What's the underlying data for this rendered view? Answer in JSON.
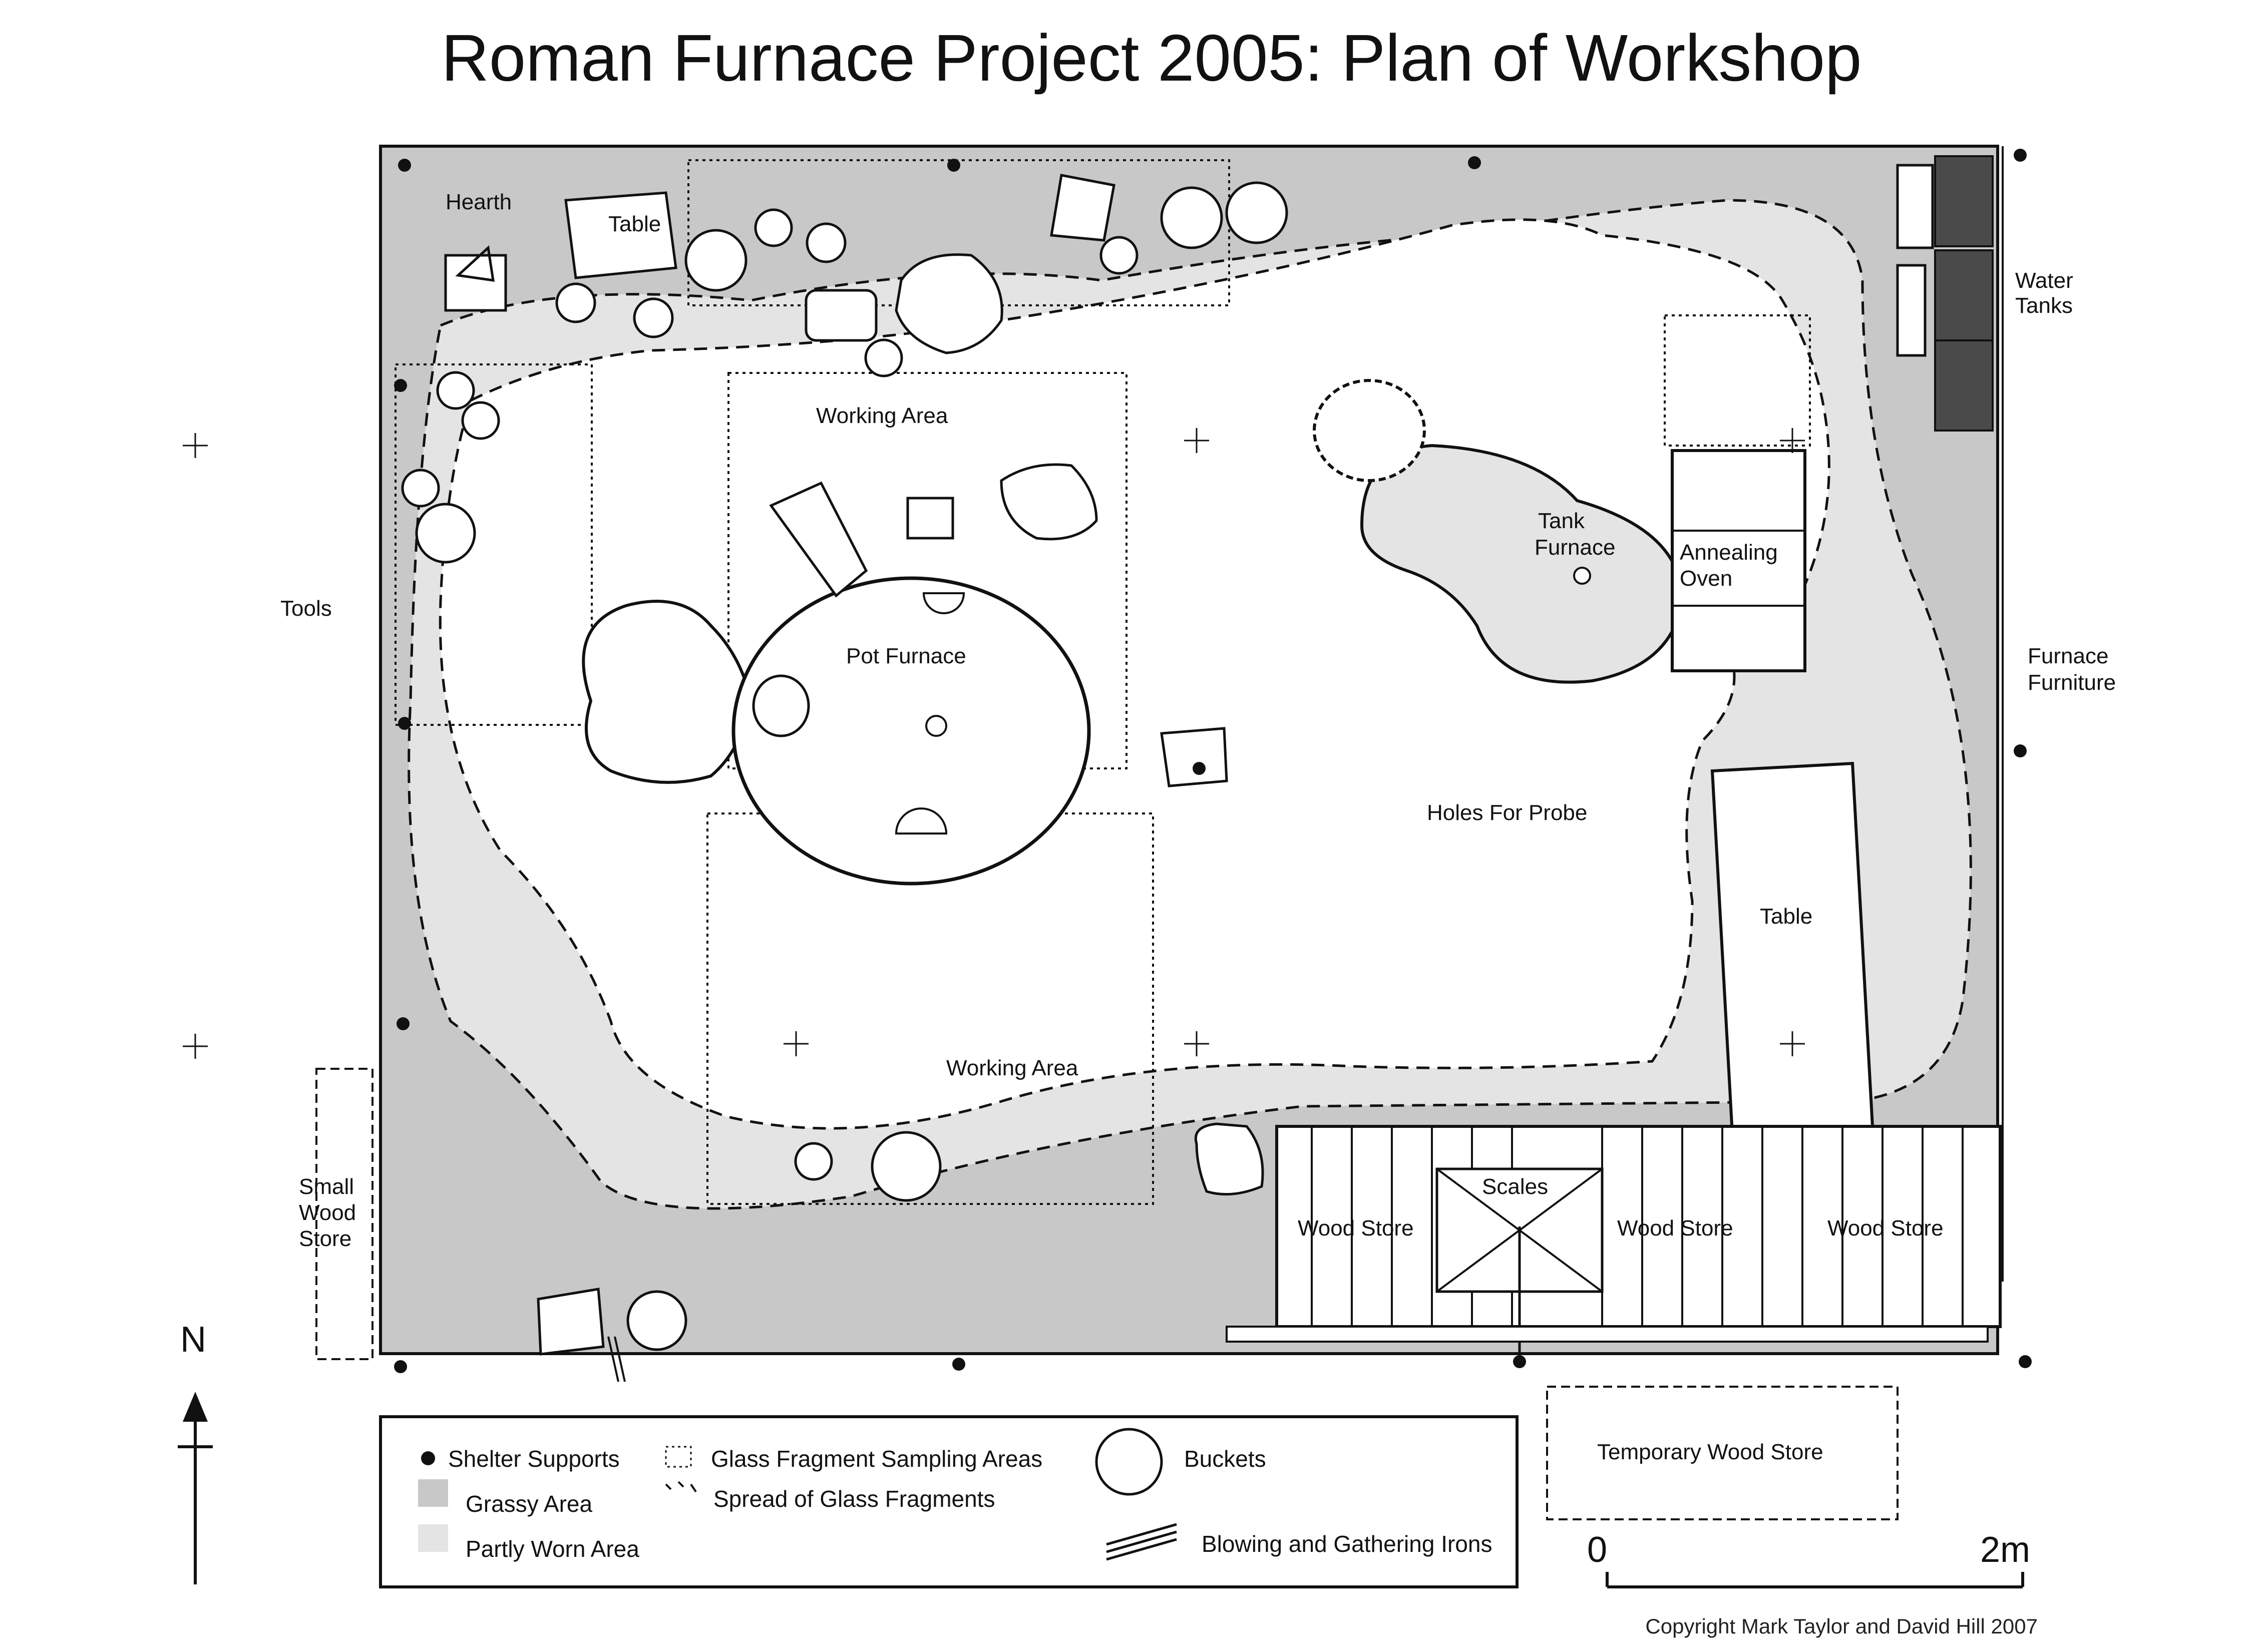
{
  "title": "Roman Furnace Project 2005: Plan of Workshop",
  "labels": {
    "hearth": "Hearth",
    "table_top": "Table",
    "water_tanks": [
      "Water",
      "Tanks"
    ],
    "working_area_north": "Working Area",
    "tank_furnace": [
      "Tank",
      "Furnace"
    ],
    "annealing_oven": [
      "Annealing",
      "Oven"
    ],
    "tools": "Tools",
    "pot_furnace": "Pot Furnace",
    "furnace_furniture": [
      "Furnace",
      "Furniture"
    ],
    "holes_for_probe": "Holes For Probe",
    "table_right": "Table",
    "working_area_south": "Working Area",
    "small_wood_store": [
      "Small",
      "Wood",
      "Store"
    ],
    "scales": "Scales",
    "wood_store_1": "Wood Store",
    "wood_store_2": "Wood Store",
    "wood_store_3": "Wood Store",
    "temporary_wood_store": "Temporary Wood Store"
  },
  "legend": {
    "shelter_supports": "Shelter Supports",
    "grassy_area": "Grassy Area",
    "partly_worn_area": "Partly Worn Area",
    "glass_sampling": "Glass Fragment Sampling Areas",
    "glass_spread": "Spread of Glass Fragments",
    "buckets": "Buckets",
    "irons": "Blowing and Gathering Irons"
  },
  "compass": {
    "north": "N"
  },
  "scale_bar": {
    "start": "0",
    "end": "2m"
  },
  "copyright": "Copyright Mark Taylor and David Hill 2007",
  "colors": {
    "grassy": "#c8c8c8",
    "worn": "#e4e4e4",
    "tank": "#4a4a4a",
    "line": "#111111"
  }
}
